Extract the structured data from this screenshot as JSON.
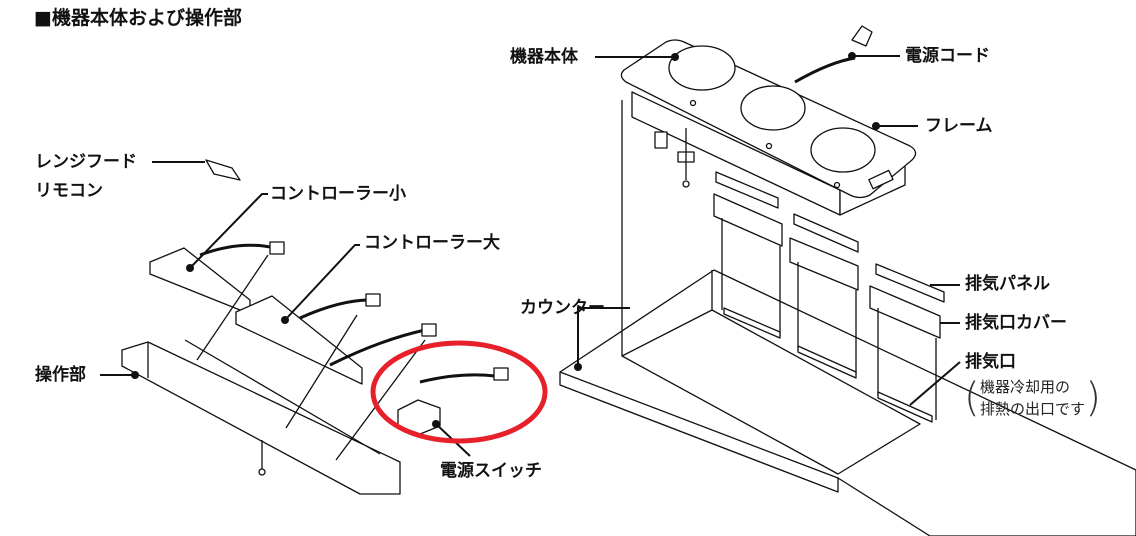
{
  "title": "■機器本体および操作部",
  "labels": {
    "unit_body": "機器本体",
    "power_cord": "電源コード",
    "frame": "フレーム",
    "rangehood_remote_1": "レンジフード",
    "rangehood_remote_2": "リモコン",
    "controller_small": "コントローラー小",
    "controller_large": "コントローラー大",
    "control_panel": "操作部",
    "power_switch": "電源スイッチ",
    "counter": "カウンター",
    "exhaust_panel": "排気パネル",
    "exhaust_cover": "排気口カバー",
    "exhaust_port": "排気口"
  },
  "note": {
    "line1": "機器冷却用の",
    "line2": "排熱の出口です"
  },
  "colors": {
    "highlight": "#e8202a",
    "line": "#111111"
  }
}
